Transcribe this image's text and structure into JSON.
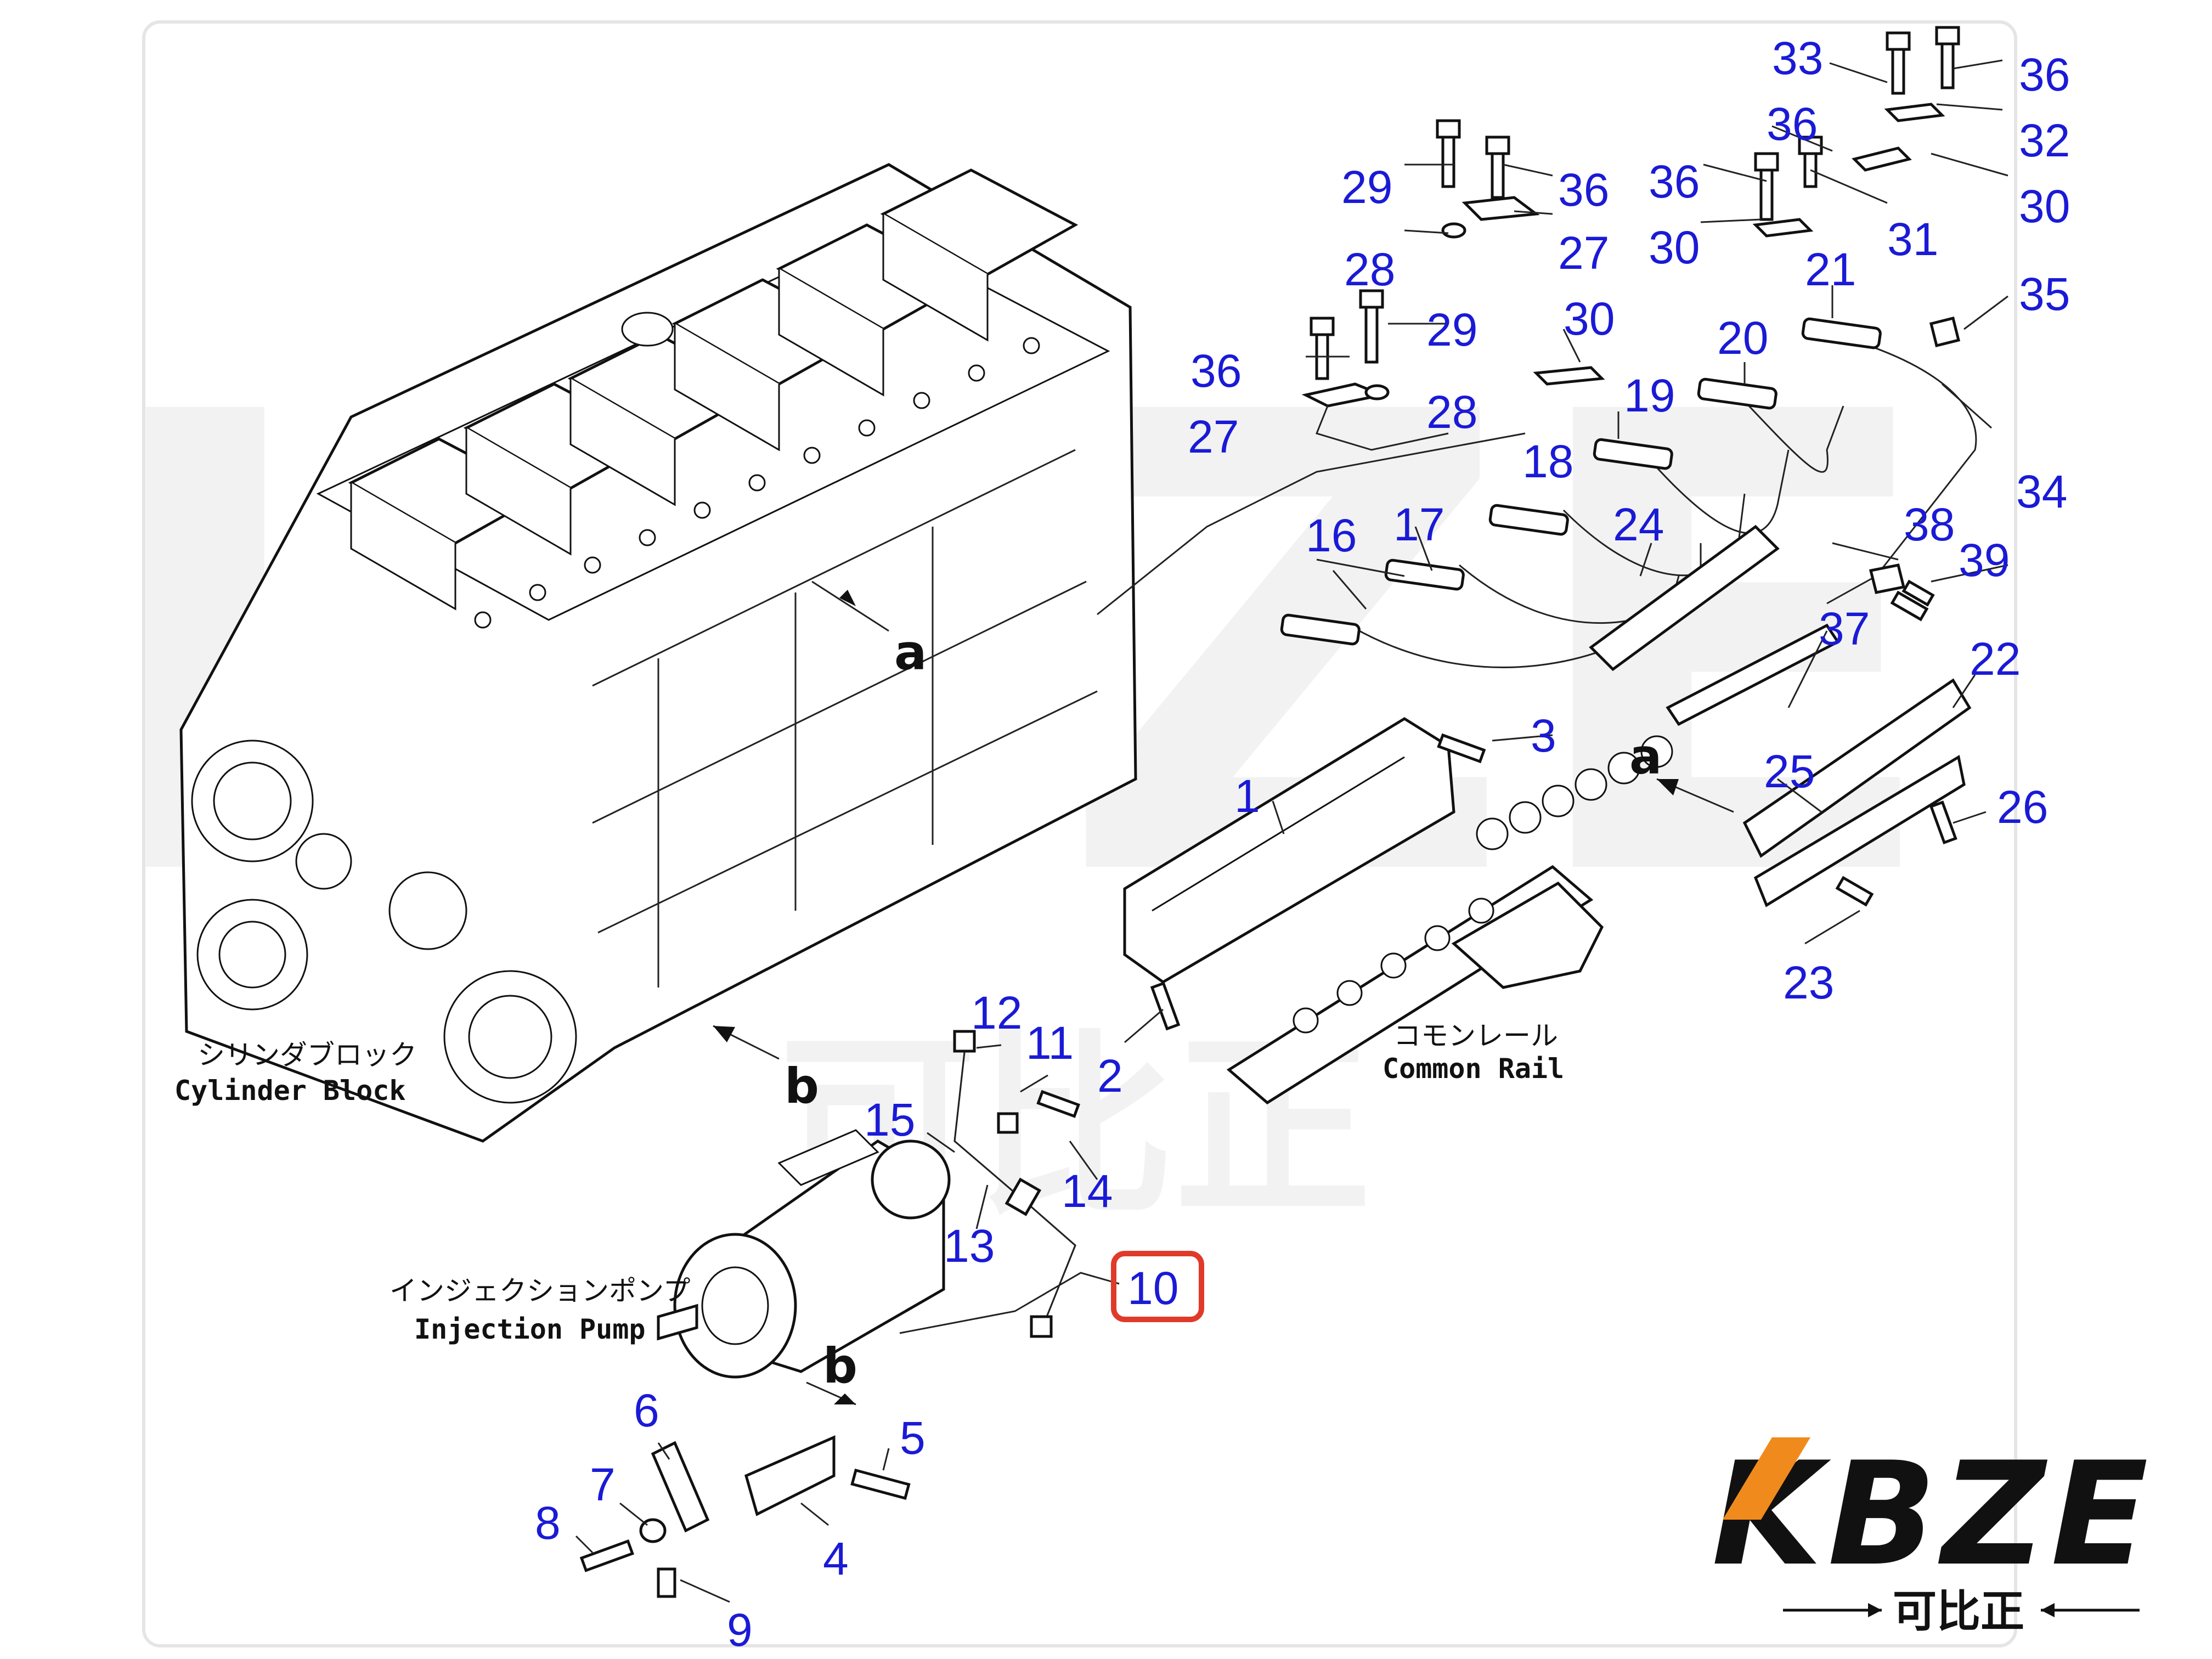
{
  "labels": {
    "cylinder_block_jp": "シリンダブロック",
    "cylinder_block_en": "Cylinder Block",
    "common_rail_jp": "コモンレール",
    "common_rail_en": "Common Rail",
    "injection_pump_jp": "インジェクションポンプ",
    "injection_pump_en": "Injection Pump",
    "ref_a": "a",
    "ref_b": "b"
  },
  "highlighted_part": "10",
  "highlight_color": "#e03a2a",
  "callout_color": "#1a1ad6",
  "brand": {
    "logo_text": "KBZE",
    "subtitle": "可比正",
    "watermark_text": "KBZE",
    "watermark_sub": "可比正"
  },
  "callouts": [
    {
      "id": "c33",
      "text": "33"
    },
    {
      "id": "c36a",
      "text": "36"
    },
    {
      "id": "c32",
      "text": "32"
    },
    {
      "id": "c36b",
      "text": "36"
    },
    {
      "id": "c30a",
      "text": "30"
    },
    {
      "id": "c29a",
      "text": "29"
    },
    {
      "id": "c36c",
      "text": "36"
    },
    {
      "id": "c36d",
      "text": "36"
    },
    {
      "id": "c27a",
      "text": "27"
    },
    {
      "id": "c30b",
      "text": "30"
    },
    {
      "id": "c31",
      "text": "31"
    },
    {
      "id": "c28a",
      "text": "28"
    },
    {
      "id": "c21",
      "text": "21"
    },
    {
      "id": "c35",
      "text": "35"
    },
    {
      "id": "c29b",
      "text": "29"
    },
    {
      "id": "c30c",
      "text": "30"
    },
    {
      "id": "c20",
      "text": "20"
    },
    {
      "id": "c36e",
      "text": "36"
    },
    {
      "id": "c28b",
      "text": "28"
    },
    {
      "id": "c19",
      "text": "19"
    },
    {
      "id": "c27b",
      "text": "27"
    },
    {
      "id": "c34",
      "text": "34"
    },
    {
      "id": "c18",
      "text": "18"
    },
    {
      "id": "c17",
      "text": "17"
    },
    {
      "id": "c24",
      "text": "24"
    },
    {
      "id": "c38",
      "text": "38"
    },
    {
      "id": "c16",
      "text": "16"
    },
    {
      "id": "c39",
      "text": "39"
    },
    {
      "id": "c37",
      "text": "37"
    },
    {
      "id": "c22",
      "text": "22"
    },
    {
      "id": "c3",
      "text": "3"
    },
    {
      "id": "c25",
      "text": "25"
    },
    {
      "id": "c1",
      "text": "1"
    },
    {
      "id": "c26",
      "text": "26"
    },
    {
      "id": "c23",
      "text": "23"
    },
    {
      "id": "c12",
      "text": "12"
    },
    {
      "id": "c11",
      "text": "11"
    },
    {
      "id": "c2",
      "text": "2"
    },
    {
      "id": "c15",
      "text": "15"
    },
    {
      "id": "c14",
      "text": "14"
    },
    {
      "id": "c13",
      "text": "13"
    },
    {
      "id": "c10",
      "text": "10"
    },
    {
      "id": "c6",
      "text": "6"
    },
    {
      "id": "c5",
      "text": "5"
    },
    {
      "id": "c7",
      "text": "7"
    },
    {
      "id": "c8",
      "text": "8"
    },
    {
      "id": "c4",
      "text": "4"
    },
    {
      "id": "c9",
      "text": "9"
    }
  ]
}
